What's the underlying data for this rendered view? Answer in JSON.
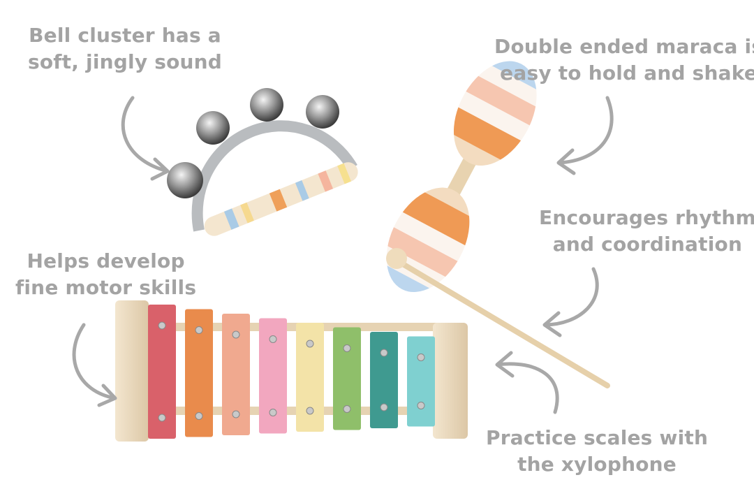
{
  "annotations": {
    "bell": [
      "Bell cluster has a",
      "soft, jingly sound"
    ],
    "maraca": [
      "Double ended maraca is",
      "easy to hold and shake"
    ],
    "rhythm": [
      "Encourages rhythm",
      "and coordination"
    ],
    "motor": [
      "Helps develop",
      "fine motor skills"
    ],
    "xylophone": [
      "Practice scales with",
      "the xylophone"
    ]
  },
  "colors": {
    "text": "#a3a3a3",
    "arrow": "#a8a8a8",
    "wood": "#ecdcc2",
    "bars": [
      "#d9616a",
      "#e98b4c",
      "#f0a98f",
      "#f2a7bf",
      "#f3e3a8",
      "#8fbf6a",
      "#3f9a90",
      "#7fd0d0"
    ]
  }
}
